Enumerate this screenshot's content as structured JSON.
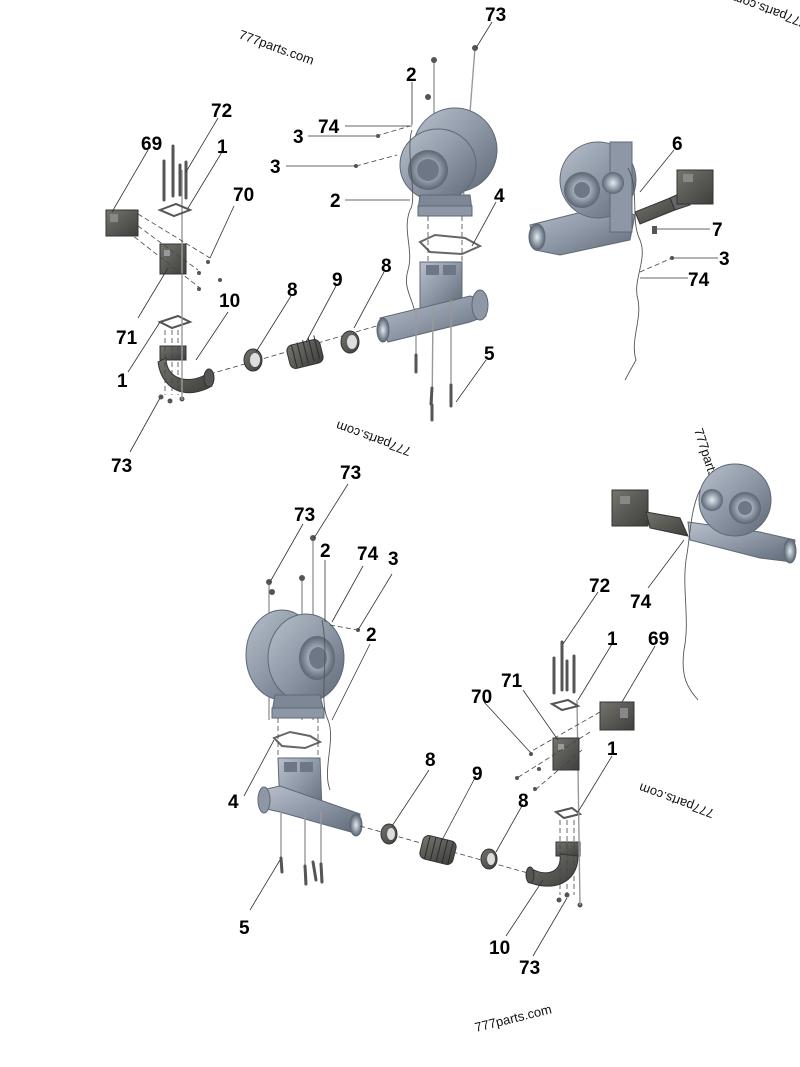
{
  "diagram": {
    "watermark": "777parts.com",
    "colors": {
      "turbo": "#8d97a6",
      "turbo_dark": "#5f6875",
      "turbo_light": "#b6bec9",
      "dark_part": "#4a4a48",
      "dark_part_light": "#6f6f6a"
    },
    "top_view": {
      "callouts": {
        "c73_top": "73",
        "c2_upper": "2",
        "c74": "74",
        "c3_upper": "3",
        "c3_lower": "3",
        "c2_lower": "2",
        "c4": "4",
        "c72": "72",
        "c69": "69",
        "c1_upper": "1",
        "c70": "70",
        "c71": "71",
        "c1_lower": "1",
        "c10": "10",
        "c8_left": "8",
        "c9": "9",
        "c8_right": "8",
        "c5": "5",
        "c73_bottom": "73"
      }
    },
    "top_inset": {
      "callouts": {
        "c6": "6",
        "c7": "7",
        "c3": "3",
        "c74": "74"
      }
    },
    "bottom_view": {
      "callouts": {
        "c73_a": "73",
        "c73_b": "73",
        "c2_upper": "2",
        "c74": "74",
        "c3": "3",
        "c2_lower": "2",
        "c4": "4",
        "c5": "5",
        "c8_left": "8",
        "c9": "9",
        "c8_right": "8",
        "c72": "72",
        "c1_upper": "1",
        "c69": "69",
        "c71": "71",
        "c70": "70",
        "c1_lower": "1",
        "c10": "10",
        "c73_bottom": "73"
      }
    },
    "bottom_inset": {
      "callouts": {
        "c74": "74"
      }
    }
  }
}
